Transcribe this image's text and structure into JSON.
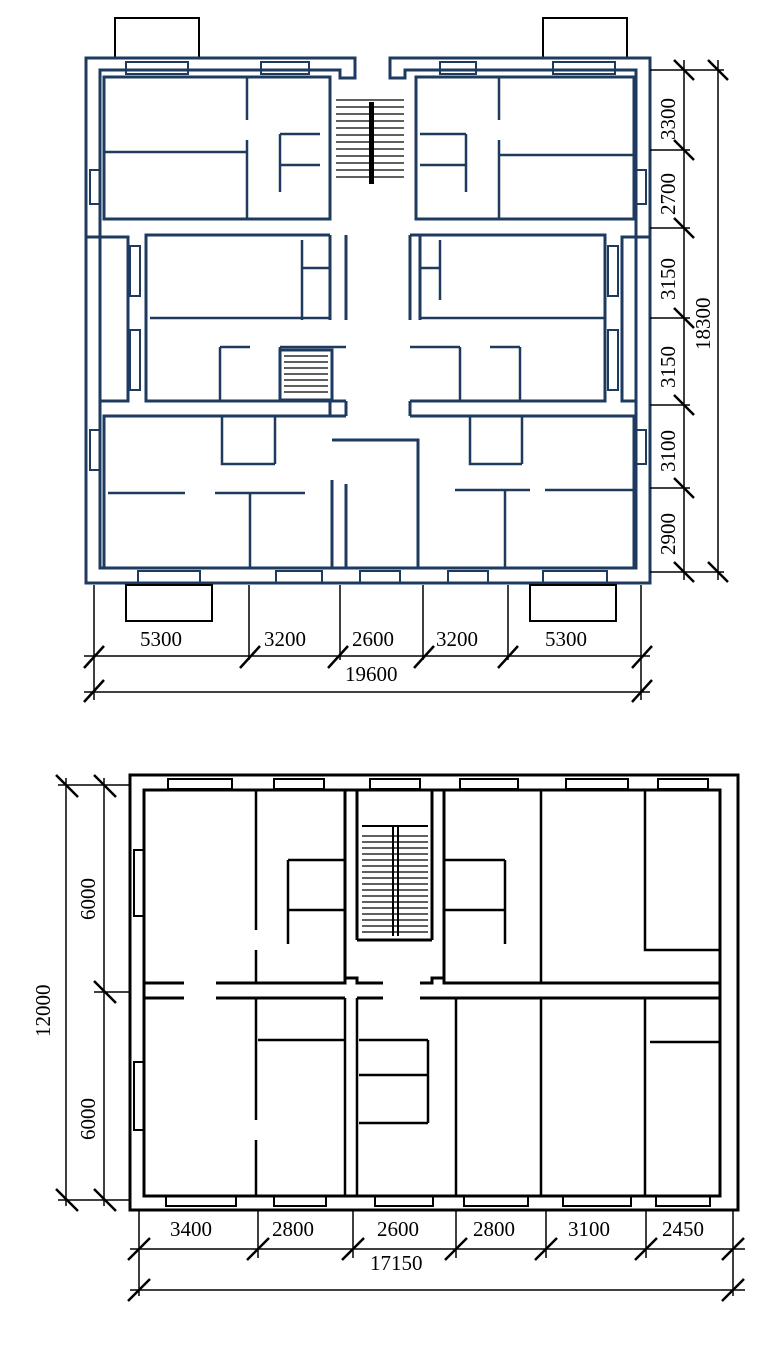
{
  "colors": {
    "wall_top": "#1e3a5f",
    "wall_bottom": "#000000",
    "background": "#ffffff"
  },
  "plan_top": {
    "dims_bottom": [
      "5300",
      "3200",
      "2600",
      "3200",
      "5300"
    ],
    "total_bottom": "19600",
    "dims_right": [
      "3300",
      "2700",
      "3150",
      "3150",
      "3100",
      "2900"
    ],
    "total_right": "18300"
  },
  "plan_bottom": {
    "dims_bottom": [
      "3400",
      "2800",
      "2600",
      "2800",
      "3100",
      "2450"
    ],
    "total_bottom": "17150",
    "dims_left": [
      "6000",
      "6000"
    ],
    "total_left": "12000"
  }
}
